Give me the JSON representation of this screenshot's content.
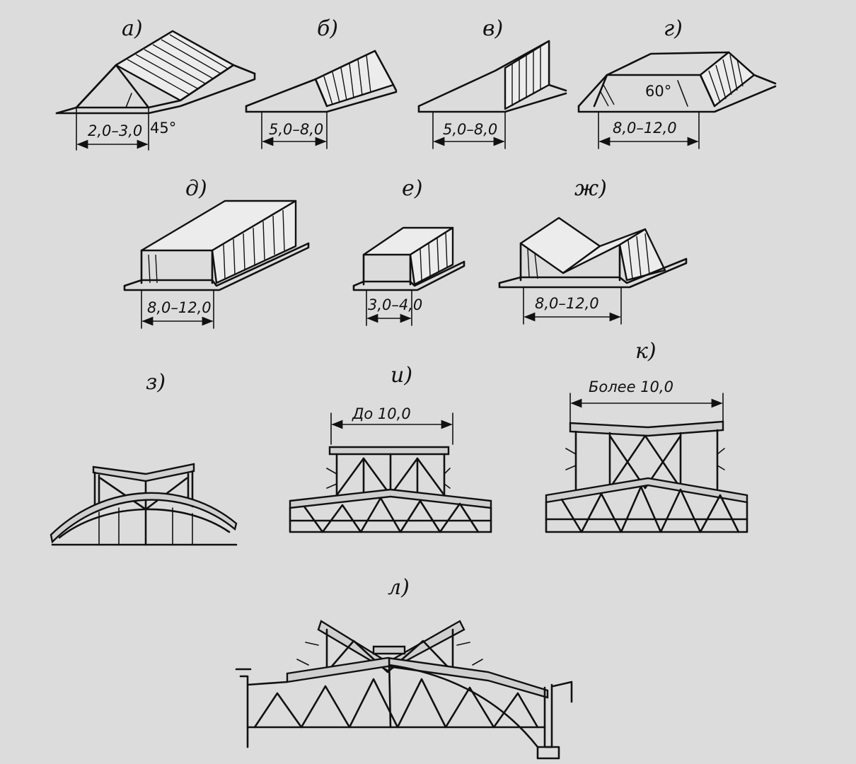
{
  "figures": {
    "a": {
      "label": "а)",
      "dim": "2,0–3,0",
      "angle": "45°"
    },
    "b": {
      "label": "б)",
      "dim": "5,0–8,0"
    },
    "v": {
      "label": "в)",
      "dim": "5,0–8,0"
    },
    "g": {
      "label": "г)",
      "dim": "8,0–12,0",
      "angle": "60°"
    },
    "d": {
      "label": "д)",
      "dim": "8,0–12,0"
    },
    "e": {
      "label": "е)",
      "dim": "3,0–4,0"
    },
    "zh": {
      "label": "ж)",
      "dim": "8,0–12,0"
    },
    "z": {
      "label": "з)"
    },
    "i": {
      "label": "и)",
      "dim": "До 10,0"
    },
    "k": {
      "label": "к)",
      "dim": "Более 10,0"
    },
    "l": {
      "label": "л)"
    }
  },
  "colors": {
    "paper": "#dcdcdc",
    "ink": "#111111"
  }
}
